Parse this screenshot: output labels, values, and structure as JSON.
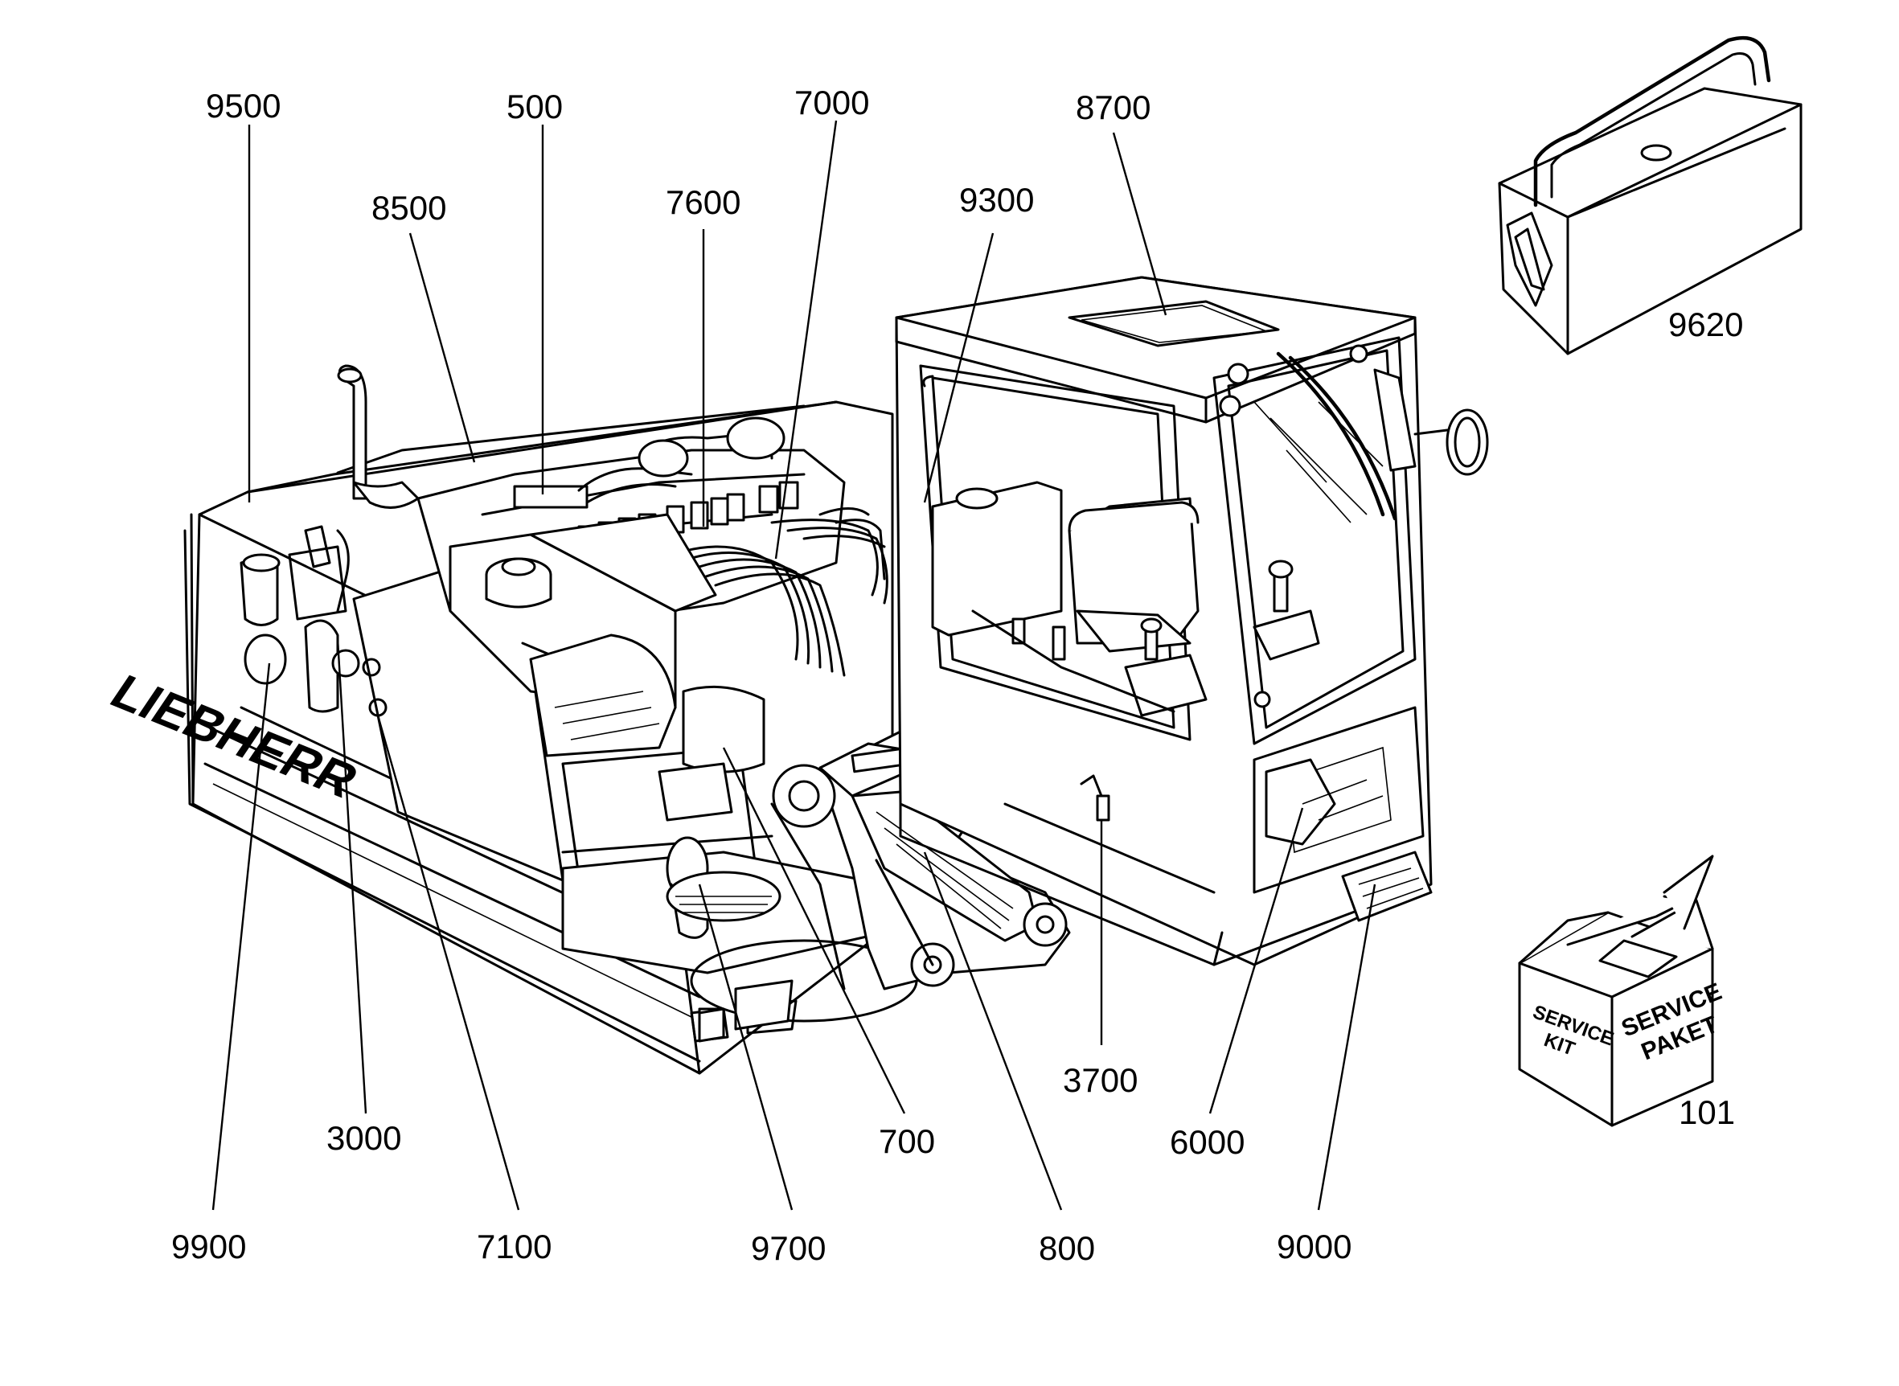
{
  "drawing": {
    "brand_text": "LIEBHERR",
    "service_kit_label": "SERVICE KIT",
    "service_paket_label": "SERVICE PAKET"
  },
  "callouts": {
    "c9500": "9500",
    "c500": "500",
    "c7000": "7000",
    "c8700": "8700",
    "c8500": "8500",
    "c7600": "7600",
    "c9300": "9300",
    "c9620": "9620",
    "c3700": "3700",
    "c101": "101",
    "c3000": "3000",
    "c700": "700",
    "c6000": "6000",
    "c9900": "9900",
    "c7100": "7100",
    "c9700": "9700",
    "c800": "800",
    "c9000": "9000"
  }
}
